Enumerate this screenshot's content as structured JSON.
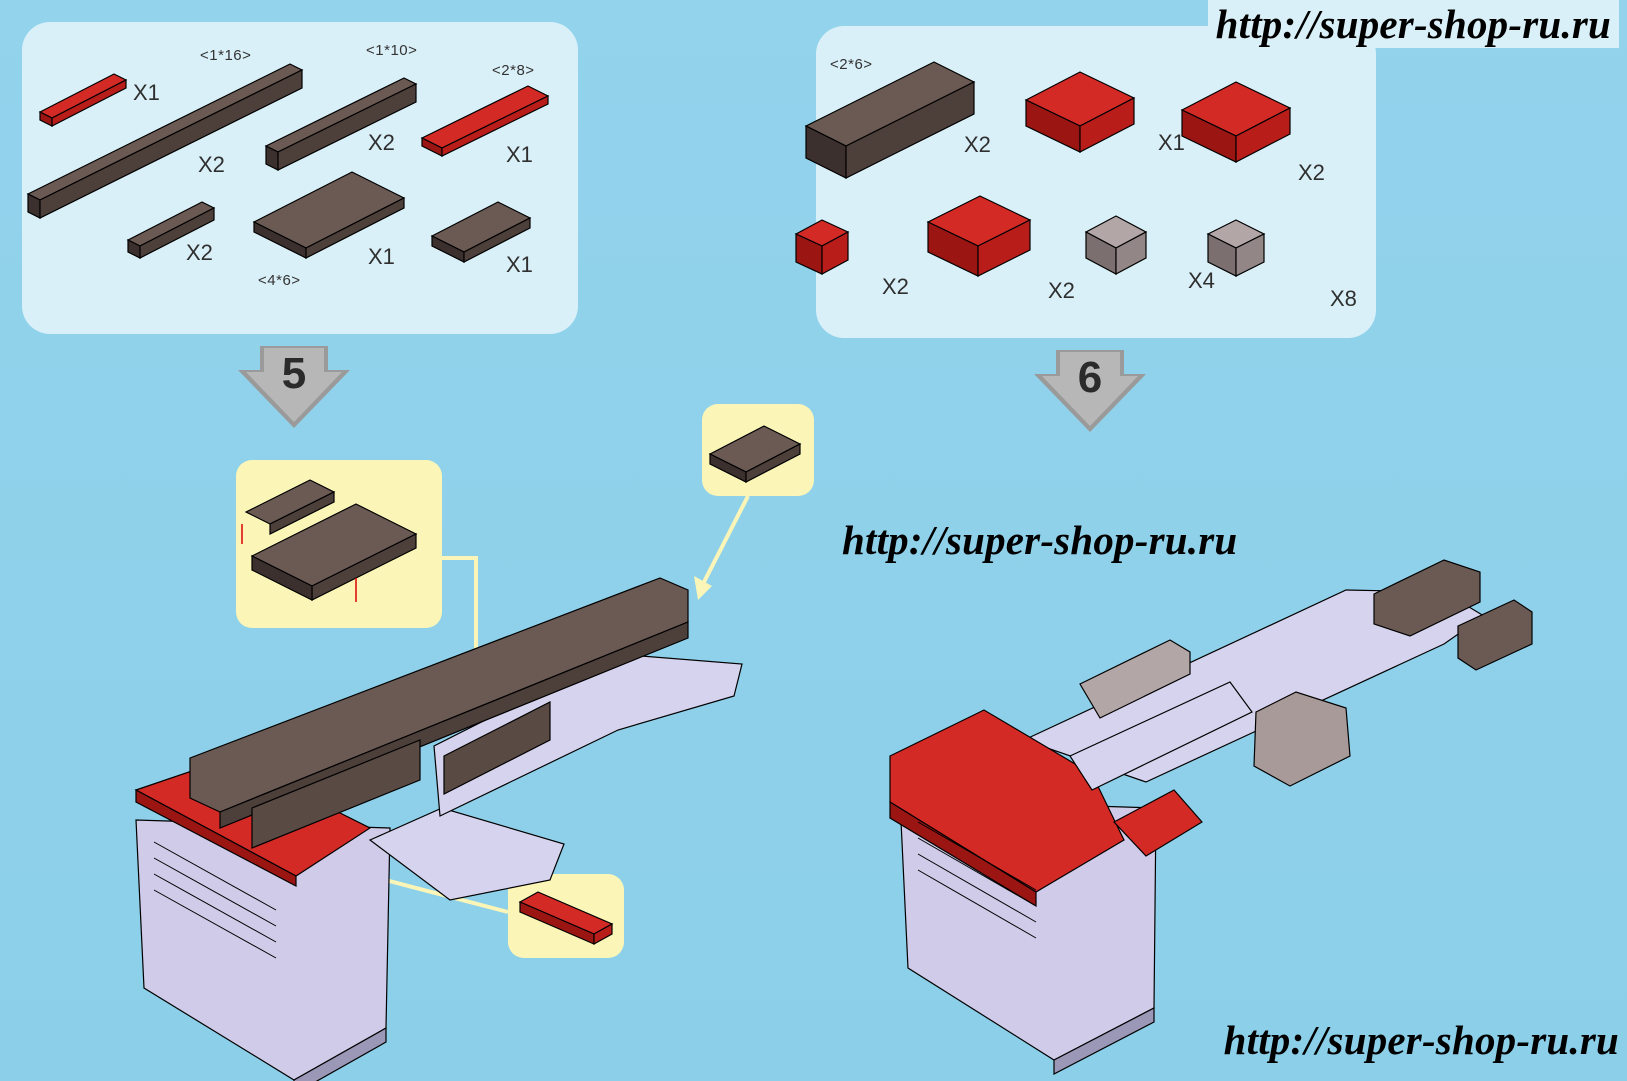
{
  "watermark": {
    "top": "http://super-shop-ru.ru",
    "middle": "http://super-shop-ru.ru",
    "bottom": "http://super-shop-ru.ru"
  },
  "steps": {
    "step5": "5",
    "step6": "6"
  },
  "parts_step5": {
    "plate_1x4_red_qty": "X1",
    "plate_1x16_dim": "<1*16>",
    "plate_1x16_qty": "X2",
    "plate_1x10_dim": "<1*10>",
    "plate_1x10_qty": "X2",
    "plate_2x8_dim": "<2*8>",
    "plate_2x8_qty": "X1",
    "plate_1x4_brown_qty": "X2",
    "plate_4x6_dim": "<4*6>",
    "plate_4x6_qty": "X1",
    "plate_2x4_qty": "X1"
  },
  "parts_step6": {
    "brick_2x6_dim": "<2*6>",
    "brick_2x6_qty": "X2",
    "brick_2x3_red_qty": "X1",
    "slope_red_qty": "X2",
    "brick_1x1_red_qty": "X2",
    "brick_2x2_red_qty": "X2",
    "grille_grey_qty": "X4",
    "curve_grey_qty": "X8"
  },
  "colors": {
    "background": "#8fd0ea",
    "panel": "#d9f0f8",
    "callout": "#fbf6b8",
    "brick_brown": "#5a4a44",
    "brick_red": "#c8201e",
    "body_lavender": "#c9c6e4",
    "grey_part": "#a99a9a"
  }
}
